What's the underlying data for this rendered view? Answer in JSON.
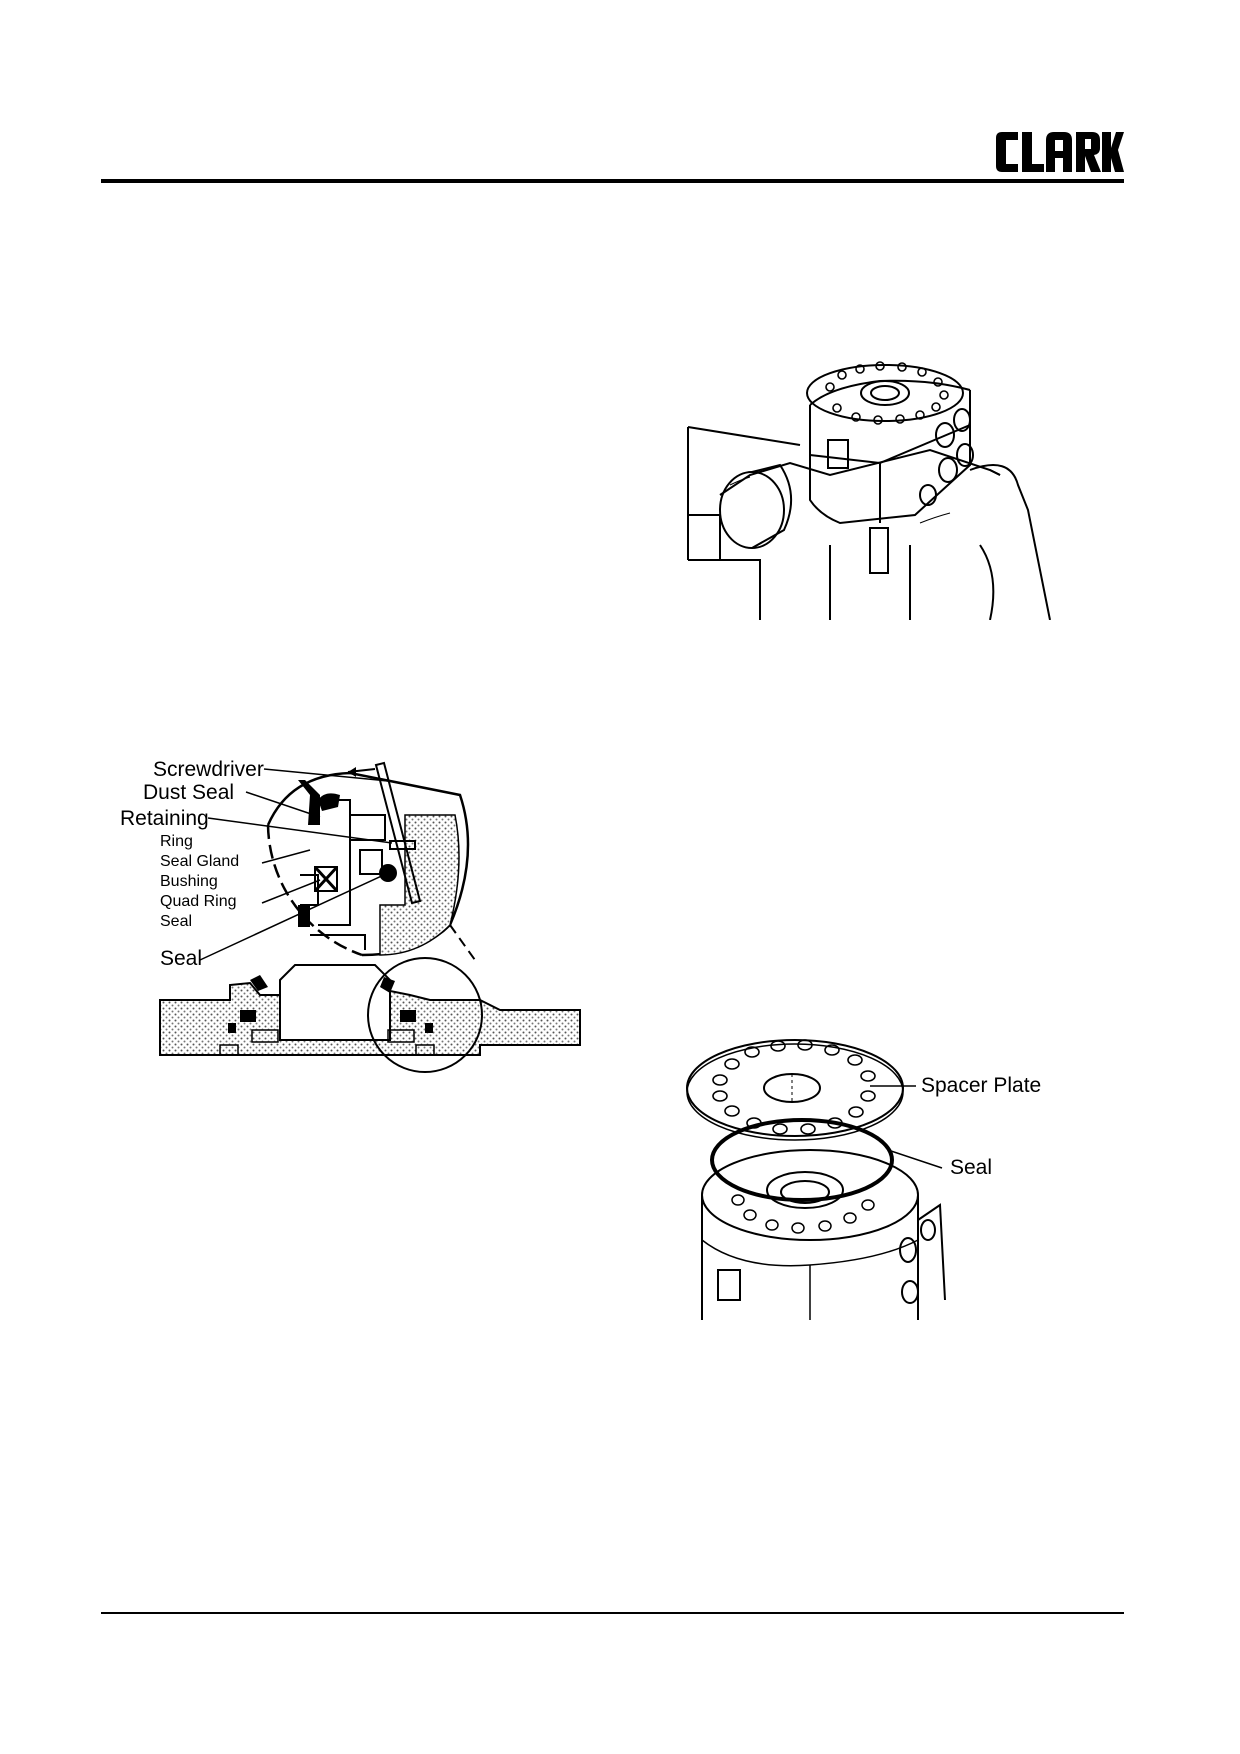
{
  "header": {
    "brand": "CLARK"
  },
  "figure_seal_section": {
    "labels": {
      "screwdriver": "Screwdriver",
      "dust_seal": "Dust Seal",
      "retaining": "Retaining",
      "ring": "Ring",
      "seal_gland": "Seal Gland",
      "bushing": "Bushing",
      "quad_ring": "Quad Ring",
      "seal_small": "Seal",
      "seal": "Seal"
    }
  },
  "figure_spacer_plate": {
    "labels": {
      "spacer_plate": "Spacer Plate",
      "seal": "Seal"
    }
  }
}
